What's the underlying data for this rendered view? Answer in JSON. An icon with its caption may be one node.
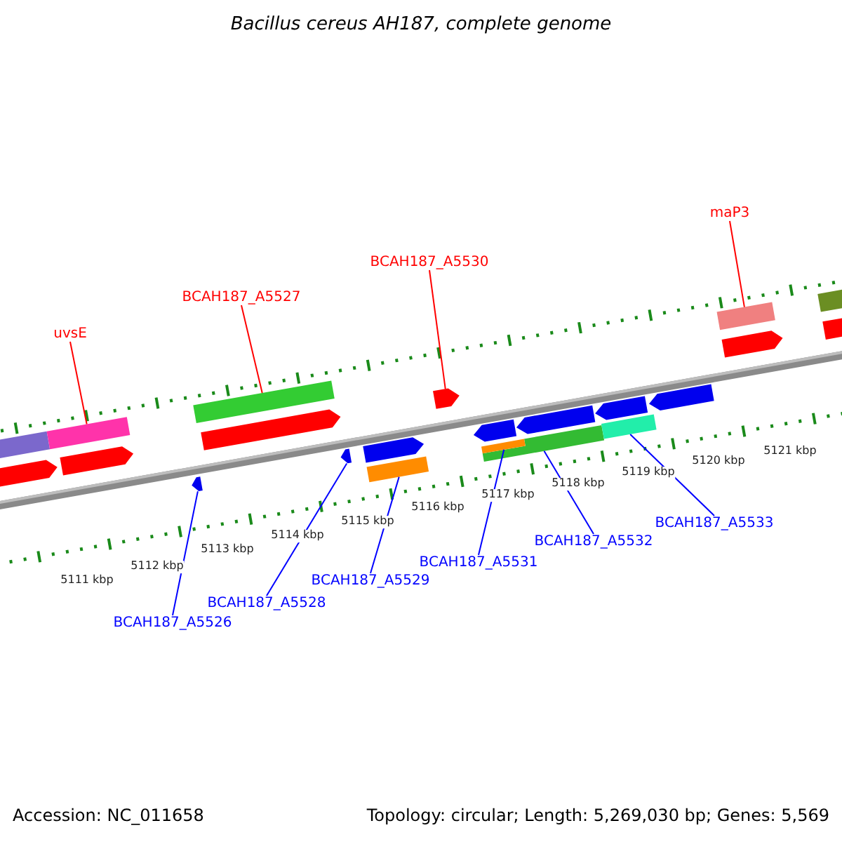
{
  "diagram": {
    "title": "Bacillus cereus AH187, complete genome",
    "nodes": [
      {
        "text": [
          "maP3"
        ]
      },
      {
        "text": [
          "BCAH187_A5530"
        ]
      },
      {
        "text": [
          "BCAH187_A5527"
        ]
      },
      {
        "text": [
          "uvsE"
        ]
      },
      {
        "text": [
          "BCAH187_A5533"
        ]
      },
      {
        "text": [
          "BCAH187_A5532"
        ]
      },
      {
        "text": [
          "BCAH187_A5531"
        ]
      },
      {
        "text": [
          "BCAH187_A5529"
        ]
      },
      {
        "text": [
          "BCAH187_A5528"
        ]
      },
      {
        "text": [
          "BCAH187_A5526"
        ]
      },
      {
        "text": [],
        "shape": "bar"
      },
      {
        "text": [],
        "shape": "arrow"
      },
      {
        "text": [],
        "shape": "bar"
      },
      {
        "text": [],
        "shape": "arrow"
      },
      {
        "text": [],
        "shape": "bar"
      },
      {
        "text": [],
        "shape": "arrow"
      },
      {
        "text": [],
        "shape": "bar"
      },
      {
        "text": [],
        "shape": "bar"
      },
      {
        "text": [],
        "shape": "bar"
      },
      {
        "text": [],
        "shape": "bar"
      },
      {
        "text": [],
        "shape": "arrow"
      }
    ],
    "edges": [
      {
        "from": 0,
        "to": 19,
        "arrow": "none",
        "color": "#ff0000"
      },
      {
        "from": 1,
        "to": 15,
        "arrow": "none",
        "color": "#ff0000"
      },
      {
        "from": 2,
        "to": 12,
        "arrow": "none",
        "color": "#ff0000"
      },
      {
        "from": 3,
        "to": 10,
        "arrow": "none",
        "color": "#ff0000"
      },
      {
        "from": 4,
        "to": 18,
        "arrow": "none"
      },
      {
        "from": 5,
        "to": 17,
        "arrow": "none"
      },
      {
        "from": 6,
        "to": 16,
        "arrow": "none"
      },
      {
        "from": 7,
        "to": 14,
        "arrow": "none"
      },
      {
        "from": 8,
        "to": 13,
        "arrow": "none"
      },
      {
        "from": 9,
        "to": 11,
        "arrow": "none"
      }
    ],
    "labels": [
      "5111 kbp",
      "5112 kbp",
      "5113 kbp",
      "5114 kbp",
      "5115 kbp",
      "5116 kbp",
      "5117 kbp",
      "5118 kbp",
      "5119 kbp",
      "5120 kbp",
      "5121 kbp",
      "Accession: NC_011658",
      "Topology: circular; Length: 5,269,030 bp; Genes: 5,569"
    ]
  }
}
